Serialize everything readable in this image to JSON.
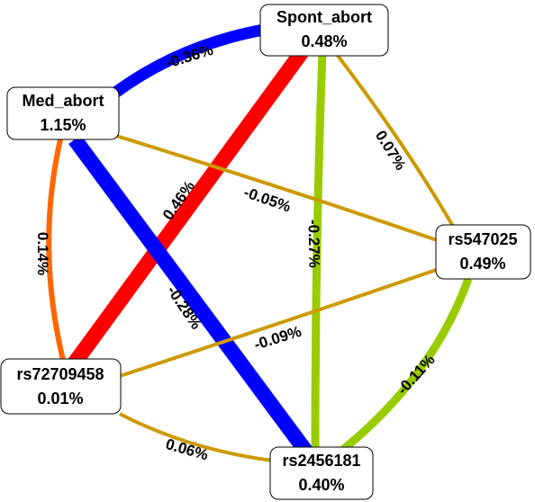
{
  "nodes": [
    {
      "id": "spont",
      "name": "Spont_abort",
      "value": "0.48%"
    },
    {
      "id": "med",
      "name": "Med_abort",
      "value": "1.15%"
    },
    {
      "id": "rs547",
      "name": "rs547025",
      "value": "0.49%"
    },
    {
      "id": "rs727",
      "name": "rs72709458",
      "value": "0.01%"
    },
    {
      "id": "rs245",
      "name": "rs2456181",
      "value": "0.40%"
    }
  ],
  "edges": [
    {
      "from": "spont",
      "to": "med",
      "label": "-0.36%",
      "color": "#0000ff"
    },
    {
      "from": "spont",
      "to": "rs727",
      "label": "0.46%",
      "color": "#ff0000"
    },
    {
      "from": "spont",
      "to": "rs245",
      "label": "-0.27%",
      "color": "#99cc00"
    },
    {
      "from": "spont",
      "to": "rs547",
      "label": "0.07%",
      "color": "#cc9900"
    },
    {
      "from": "med",
      "to": "rs547",
      "label": "-0.05%",
      "color": "#cc9900"
    },
    {
      "from": "med",
      "to": "rs727",
      "label": "0.14%",
      "color": "#ff6600"
    },
    {
      "from": "med",
      "to": "rs245",
      "label": "-0.28%",
      "color": "#0000ff"
    },
    {
      "from": "rs727",
      "to": "rs547",
      "label": "-0.09%",
      "color": "#cc9900"
    },
    {
      "from": "rs547",
      "to": "rs245",
      "label": "-0.11%",
      "color": "#99cc00"
    },
    {
      "from": "rs727",
      "to": "rs245",
      "label": "0.06%",
      "color": "#cc9900"
    }
  ]
}
